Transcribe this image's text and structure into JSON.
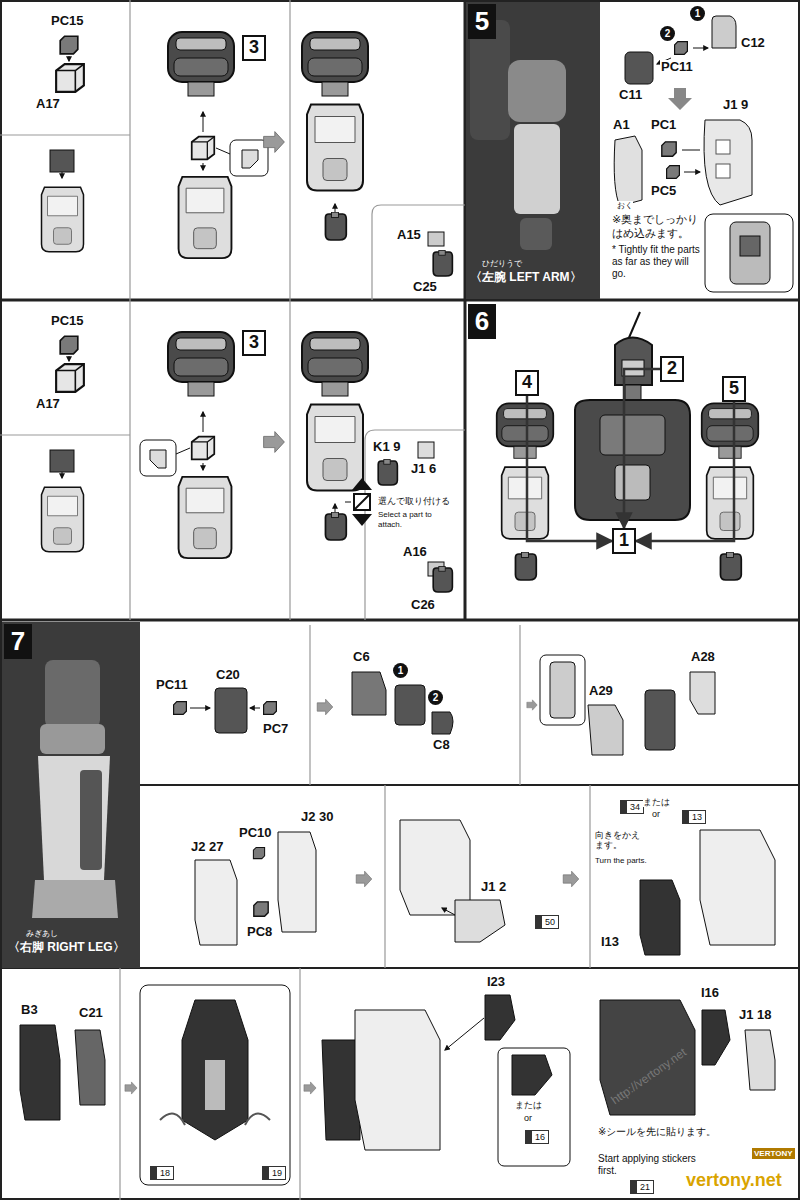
{
  "diagram": {
    "nodes": [
      {
        "text": [
          "3"
        ]
      },
      {
        "text": [
          "5"
        ]
      },
      {
        "text": [
          "3"
        ]
      },
      {
        "text": [
          "6"
        ]
      },
      {
        "text": [
          "2"
        ]
      },
      {
        "text": [
          "4"
        ]
      },
      {
        "text": [
          "5"
        ]
      },
      {
        "text": [
          "1"
        ]
      },
      {
        "text": [
          "7"
        ]
      }
    ],
    "edges": [
      {
        "from": 5,
        "to": 7,
        "arrow": "to"
      },
      {
        "from": 4,
        "to": 7,
        "arrow": "to"
      },
      {
        "from": 6,
        "to": 7,
        "arrow": "to"
      }
    ],
    "labels": [
      "PC15",
      "A17",
      "A15",
      "C25",
      "ひだりうで",
      "〈左腕 LEFT ARM〉",
      "C12",
      "1",
      "2",
      "PC11",
      "C11",
      "A1",
      "PC1",
      "J1 9",
      "PC5",
      "おく",
      "※奥までしっかりはめ込みます。",
      "* Tightly fit the parts as far as they will go.",
      "PC15",
      "A17",
      "K1 9",
      "J1 6",
      "選んで取り付ける",
      "Select a part to attach.",
      "A16",
      "C26",
      "PC11",
      "C20",
      "PC7",
      "C6",
      "1",
      "2",
      "C8",
      "A28",
      "A29",
      "みぎあし",
      "〈右脚 RIGHT LEG〉",
      "J2 30",
      "PC10",
      "J2 27",
      "PC8",
      "J1 2",
      "50",
      "34",
      "または",
      "or",
      "13",
      "向きをかえます。",
      "Turn the parts.",
      "I13",
      "B3",
      "C21",
      "18",
      "19",
      "I23",
      "または",
      "or",
      "16",
      "I16",
      "J1 18",
      "※シールを先に貼ります。",
      "Start applying stickers first.",
      "21",
      "http://vertony.net",
      "vertony.net",
      "VERTONY"
    ]
  }
}
